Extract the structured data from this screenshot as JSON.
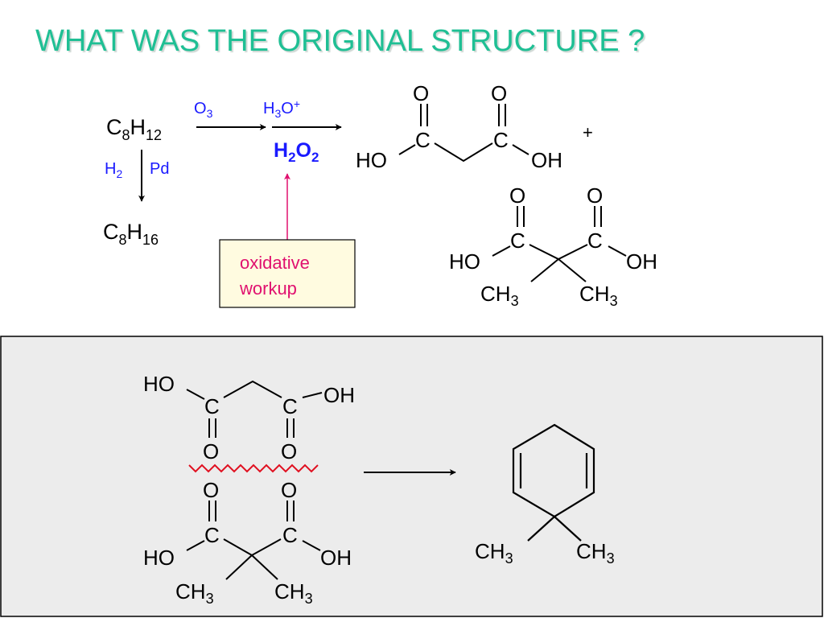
{
  "title": "WHAT WAS THE ORIGINAL STRUCTURE ?",
  "reaction": {
    "starting_material": {
      "main": "C",
      "sub1": "8",
      "mid": "H",
      "sub2": "12"
    },
    "hydrogenation_product": {
      "main": "C",
      "sub1": "8",
      "mid": "H",
      "sub2": "16"
    },
    "reagent_ozone": {
      "main": "O",
      "sub": "3"
    },
    "reagent_acid": {
      "main": "H",
      "sub": "3",
      "mid": "O",
      "sup": "+"
    },
    "reagent_peroxide": {
      "main": "H",
      "sub1": "2",
      "mid": "O",
      "sub2": "2"
    },
    "reagent_h2": {
      "main": "H",
      "sub": "2"
    },
    "reagent_pd": "Pd",
    "plus": "+"
  },
  "callout": {
    "line1": "oxidative",
    "line2": "workup"
  },
  "atoms": {
    "O": "O",
    "C": "C",
    "HO": "HO",
    "OH": "OH",
    "CH": "CH",
    "three": "3"
  },
  "colors": {
    "title": "#1fbf94",
    "reagent": "#1a1aff",
    "callout_text": "#e0106f",
    "callout_bg": "#fffbe0",
    "panel_bg": "#ececec",
    "cut_line": "#e01020"
  },
  "icons": [
    "reaction-arrow",
    "wavy-cut-line",
    "callout-arrow"
  ]
}
